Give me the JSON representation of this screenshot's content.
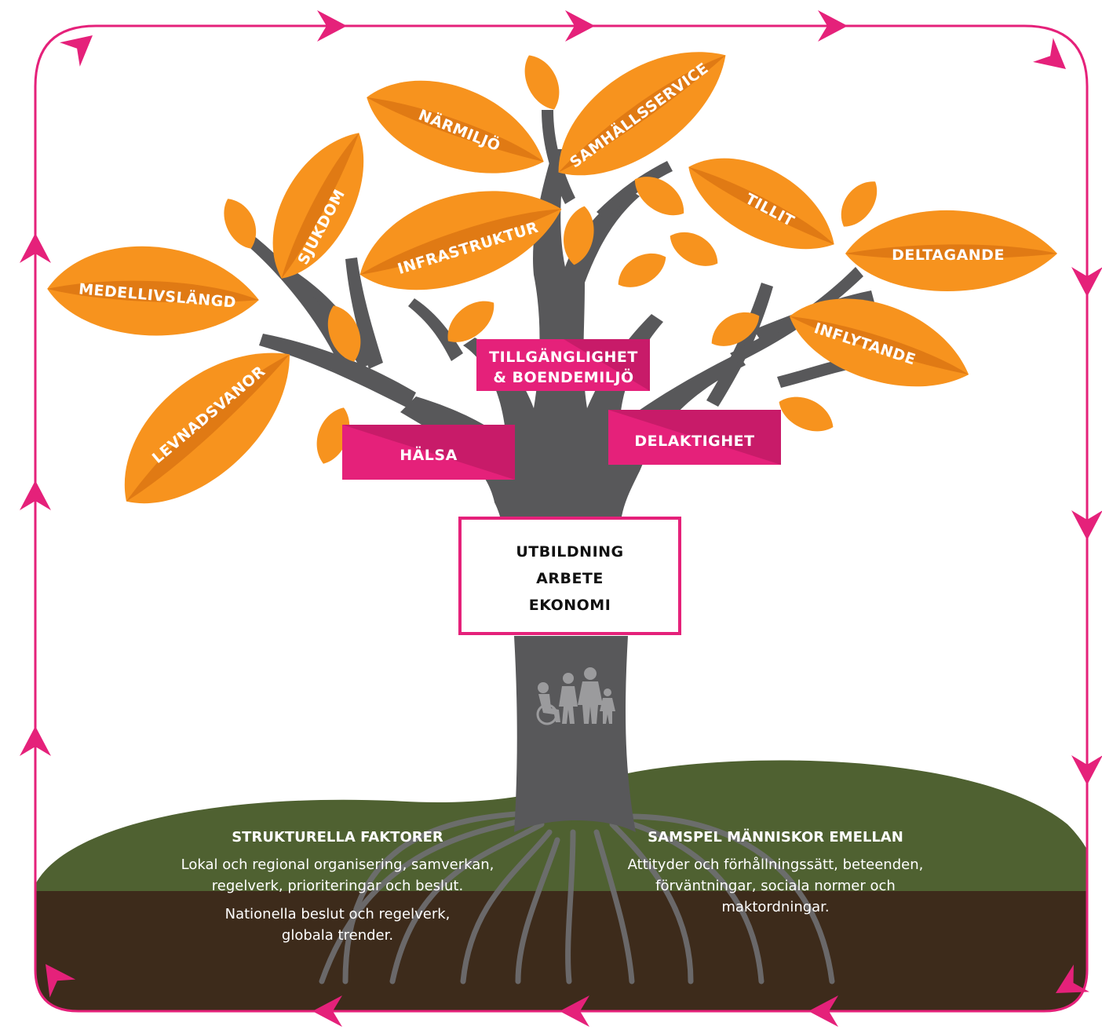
{
  "colors": {
    "frame": "#e5217a",
    "leaf": "#f7931e",
    "leaf_dark": "#e07a14",
    "trunk": "#58585a",
    "grass": "#4f6131",
    "soil": "#3d2b1b",
    "pink_box": "#e5217a"
  },
  "leaves": {
    "medellivslangd": "MEDELLIVSLÄNGD",
    "sjukdom": "SJUKDOM",
    "narmiljo": "NÄRMILJÖ",
    "samhallsservice": "SAMHÄLLSSERVICE",
    "infrastruktur": "INFRASTRUKTUR",
    "tillit": "TILLIT",
    "deltagande": "DELTAGANDE",
    "inflytande": "INFLYTANDE",
    "levnadsvanor": "LEVNADSVANOR"
  },
  "boxes": {
    "tillganglighet_line1": "TILLGÄNGLIGHET",
    "tillganglighet_line2": "& BOENDEMILJÖ",
    "halsa": "HÄLSA",
    "delaktighet": "DELAKTIGHET"
  },
  "center": {
    "line1": "UTBILDNING",
    "line2": "ARBETE",
    "line3": "EKONOMI"
  },
  "ground": {
    "left_title": "STRUKTURELLA FAKTORER",
    "left_line1": "Lokal och regional organisering, samverkan,",
    "left_line2": "regelverk, prioriteringar och beslut.",
    "left_line3": "Nationella beslut och regelverk,",
    "left_line4": "globala trender.",
    "right_title": "SAMSPEL MÄNNISKOR EMELLAN",
    "right_line1": "Attityder och förhållningssätt, beteenden,",
    "right_line2": "förväntningar, sociala normer och",
    "right_line3": "maktordningar."
  },
  "icons": {
    "people": "people-silhouette-icon",
    "arrow": "arrowhead-icon"
  }
}
